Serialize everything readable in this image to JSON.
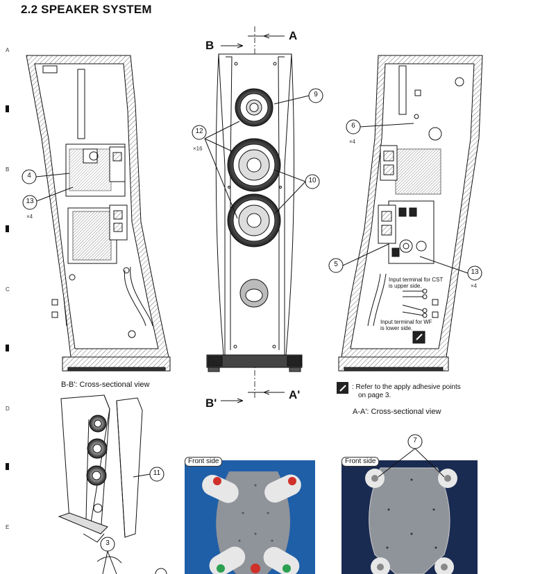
{
  "page": {
    "title": "2.2  SPEAKER SYSTEM"
  },
  "margin_markers": [
    "A",
    "B",
    "C",
    "D",
    "E"
  ],
  "section_marks": {
    "top_b": "B",
    "top_a": "A",
    "bottom_b": "B'",
    "bottom_a": "A'"
  },
  "callouts": {
    "c9": "9",
    "c12": "12",
    "c10": "10",
    "c4": "4",
    "c13a": "13",
    "c6": "6",
    "c5": "5",
    "c13b": "13",
    "c11": "11",
    "c3": "3",
    "c7": "7"
  },
  "multipliers": {
    "m16": "×16",
    "m4a": "×4",
    "m4b": "×4",
    "m4c": "×4"
  },
  "notes": {
    "cst": [
      "Input terminal for CST",
      "is upper side."
    ],
    "wf": [
      "Input terminal for WF",
      "is lower side."
    ],
    "adhesive": [
      ": Refer to the apply adhesive points",
      "on page 3."
    ]
  },
  "captions": {
    "bb": "B-B': Cross-sectional view",
    "aa": "A-A': Cross-sectional view"
  },
  "photos": {
    "left_label": "Front side",
    "right_label": "Front side"
  },
  "colors": {
    "photo_bg_left": "#1f5fa8",
    "photo_bg_right": "#1a2b52",
    "plate": "#8f939a",
    "red_marker": "#d0302a",
    "green_marker": "#2aa050"
  }
}
